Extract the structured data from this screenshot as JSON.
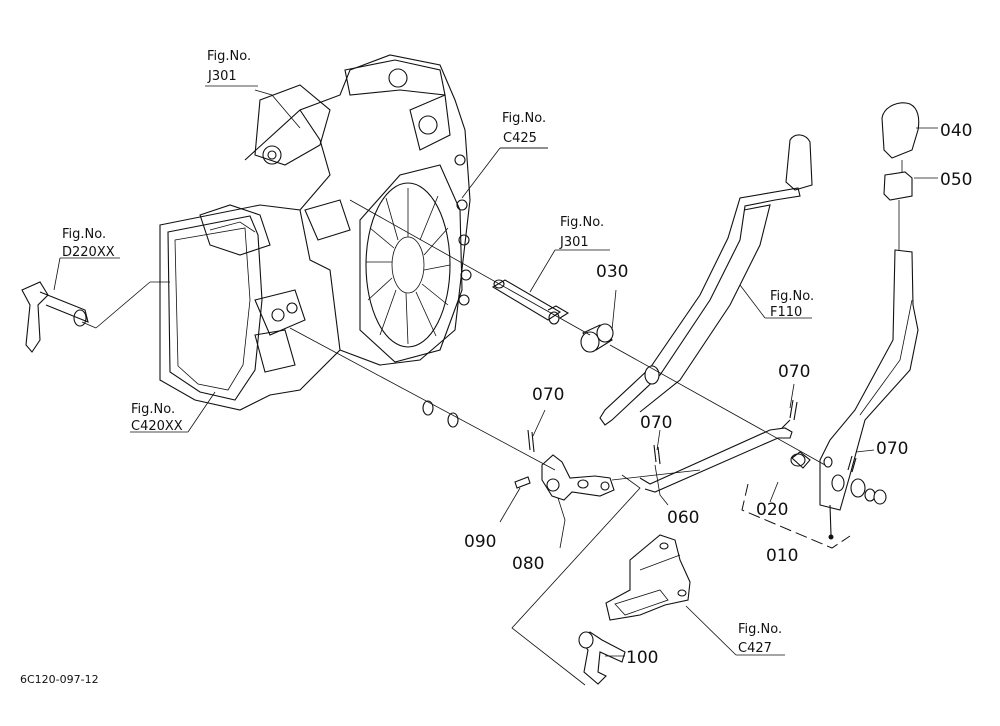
{
  "figure_refs": [
    {
      "id": "j301-top",
      "line1": "Fig.No.",
      "line2": "J301"
    },
    {
      "id": "c425",
      "line1": "Fig.No.",
      "line2": "C425"
    },
    {
      "id": "d220xx",
      "line1": "Fig.No.",
      "line2": "D220XX"
    },
    {
      "id": "j301-mid",
      "line1": "Fig.No.",
      "line2": "J301"
    },
    {
      "id": "f110",
      "line1": "Fig.No.",
      "line2": "F110"
    },
    {
      "id": "c420xx",
      "line1": "Fig.No.",
      "line2": "C420XX"
    },
    {
      "id": "c427",
      "line1": "Fig.No.",
      "line2": "C427"
    }
  ],
  "part_numbers": {
    "p010": "010",
    "p020": "020",
    "p030": "030",
    "p040": "040",
    "p050": "050",
    "p060": "060",
    "p070a": "070",
    "p070b": "070",
    "p070c": "070",
    "p070d": "070",
    "p080": "080",
    "p090": "090",
    "p100": "100"
  },
  "footer_code": "6C120-097-12"
}
